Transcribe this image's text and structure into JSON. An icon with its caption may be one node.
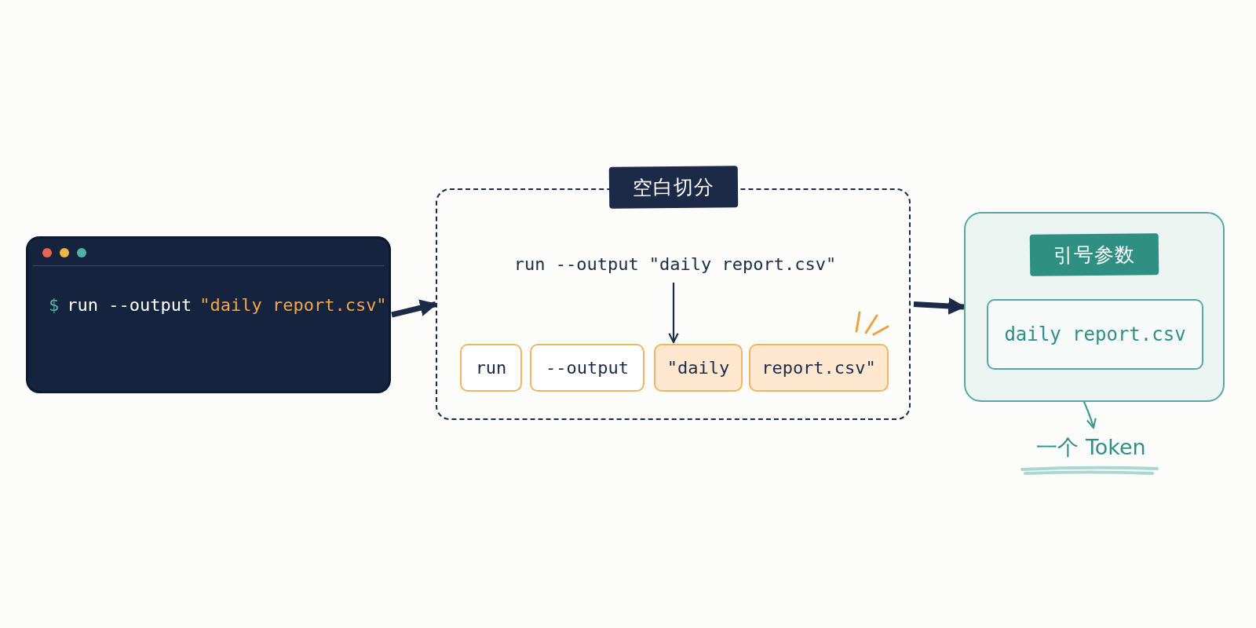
{
  "diagram": {
    "nodes": [
      {
        "text": [
          "$",
          "run --output",
          "\"daily report.csv\""
        ]
      },
      {
        "text": [
          "空白切分"
        ]
      },
      {
        "text": [
          "run --output \"daily report.csv\""
        ],
        "in": 1
      },
      {
        "text": [
          "run"
        ],
        "in": 1
      },
      {
        "text": [
          "--output"
        ],
        "in": 1
      },
      {
        "text": [
          "\"daily"
        ],
        "in": 1
      },
      {
        "text": [
          "report.csv\""
        ],
        "in": 1
      },
      {
        "text": [
          "引号参数"
        ]
      },
      {
        "text": [
          "daily report.csv"
        ],
        "in": 7
      },
      {
        "text": [
          "一个 Token"
        ]
      }
    ],
    "edges": [
      {
        "from": 0,
        "to": 1,
        "arrow": "to",
        "style": "thick"
      },
      {
        "from": 1,
        "to": 7,
        "arrow": "to",
        "style": "thick"
      },
      {
        "from": 2,
        "to": 5,
        "arrow": "to"
      },
      {
        "from": 8,
        "to": 9,
        "arrow": "to",
        "color": "#3a9a8e"
      }
    ]
  }
}
